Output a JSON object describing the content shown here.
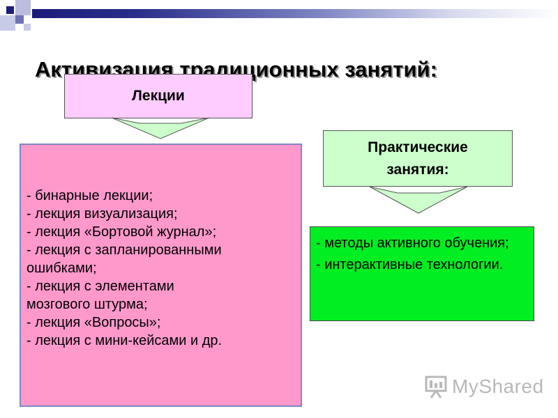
{
  "slide": {
    "title": "Активизация традиционных занятий:",
    "lectures": {
      "label": "Лекции",
      "items": [
        "- бинарные лекции;",
        "- лекция визуализация;",
        "- лекция «Бортовой журнал»;",
        "-  лекция с запланированными",
        "ошибками;",
        "- лекция с элементами",
        "мозгового штурма;",
        "- лекция «Вопросы»;",
        "- лекция с мини-кейсами и др."
      ]
    },
    "practical": {
      "label_line1": "Практические",
      "label_line2": "занятия:",
      "items": [
        "- методы активного обучения;",
        "- интерактивные технологии."
      ]
    },
    "logo": {
      "text": "MyShared",
      "icon": "presentation-board-icon"
    }
  },
  "colors": {
    "lecture_box": "#ffccff",
    "lecture_list": "#ff99cc",
    "practical_box": "#ccffcc",
    "practical_list": "#00ee22",
    "accent": "#1c1c7a"
  }
}
